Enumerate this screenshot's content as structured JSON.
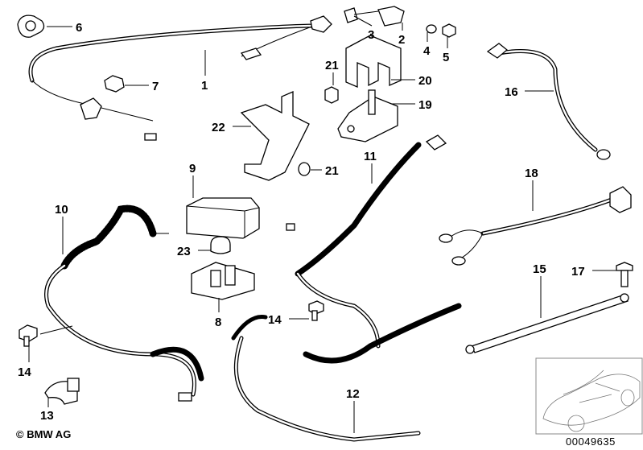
{
  "diagram": {
    "copyright": "© BMW AG",
    "document_number": "00049635",
    "part_labels": {
      "p1": "1",
      "p2": "2",
      "p3": "3",
      "p4": "4",
      "p5": "5",
      "p6": "6",
      "p7": "7",
      "p8": "8",
      "p9": "9",
      "p10": "10",
      "p11": "11",
      "p12": "12",
      "p13": "13",
      "p14a": "14",
      "p14b": "14",
      "p15": "15",
      "p16": "16",
      "p17": "17",
      "p18": "18",
      "p19": "19",
      "p20": "20",
      "p21a": "21",
      "p21b": "21",
      "p22": "22",
      "p23": "23"
    }
  }
}
